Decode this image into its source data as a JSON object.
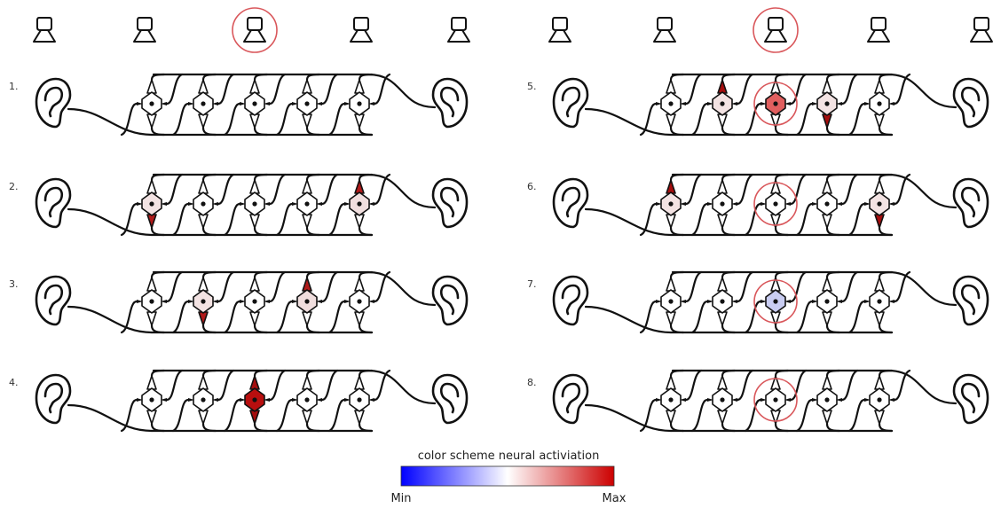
{
  "legend": {
    "title": "color scheme neural activiation",
    "min_label": "Min",
    "max_label": "Max",
    "gradient_colors": [
      "#0000ff",
      "#ffffff",
      "#cc0000"
    ]
  },
  "colors": {
    "wire": "#111111",
    "highlight_ring": "#d9575b",
    "neutral_fill": "#ffffff"
  },
  "speaker_rows": [
    {
      "speakers": 5,
      "highlighted_index": 2
    },
    {
      "speakers": 5,
      "highlighted_index": 2
    }
  ],
  "panels": [
    {
      "number": "1.",
      "highlight_index": null,
      "neurons": [
        {
          "body": "#ffffff",
          "top": "#ffffff",
          "bottom": "#ffffff"
        },
        {
          "body": "#ffffff",
          "top": "#ffffff",
          "bottom": "#ffffff"
        },
        {
          "body": "#ffffff",
          "top": "#ffffff",
          "bottom": "#ffffff"
        },
        {
          "body": "#ffffff",
          "top": "#ffffff",
          "bottom": "#ffffff"
        },
        {
          "body": "#ffffff",
          "top": "#ffffff",
          "bottom": "#ffffff"
        }
      ]
    },
    {
      "number": "2.",
      "highlight_index": null,
      "neurons": [
        {
          "body": "#f3e3e3",
          "top": "#ffffff",
          "bottom": "#b01a1a"
        },
        {
          "body": "#ffffff",
          "top": "#ffffff",
          "bottom": "#ffffff"
        },
        {
          "body": "#ffffff",
          "top": "#ffffff",
          "bottom": "#ffffff"
        },
        {
          "body": "#ffffff",
          "top": "#ffffff",
          "bottom": "#ffffff"
        },
        {
          "body": "#f0dede",
          "top": "#b01a1a",
          "bottom": "#ffffff"
        }
      ]
    },
    {
      "number": "3.",
      "highlight_index": null,
      "neurons": [
        {
          "body": "#ffffff",
          "top": "#ffffff",
          "bottom": "#ffffff"
        },
        {
          "body": "#f3e3e3",
          "top": "#ffffff",
          "bottom": "#b01a1a"
        },
        {
          "body": "#ffffff",
          "top": "#ffffff",
          "bottom": "#ffffff"
        },
        {
          "body": "#f0dede",
          "top": "#b01a1a",
          "bottom": "#ffffff"
        },
        {
          "body": "#ffffff",
          "top": "#ffffff",
          "bottom": "#ffffff"
        }
      ]
    },
    {
      "number": "4.",
      "highlight_index": null,
      "neurons": [
        {
          "body": "#ffffff",
          "top": "#ffffff",
          "bottom": "#ffffff"
        },
        {
          "body": "#ffffff",
          "top": "#ffffff",
          "bottom": "#ffffff"
        },
        {
          "body": "#b80f0f",
          "top": "#a50d0d",
          "bottom": "#a50d0d"
        },
        {
          "body": "#ffffff",
          "top": "#ffffff",
          "bottom": "#ffffff"
        },
        {
          "body": "#ffffff",
          "top": "#ffffff",
          "bottom": "#ffffff"
        }
      ]
    },
    {
      "number": "5.",
      "highlight_index": 2,
      "neurons": [
        {
          "body": "#ffffff",
          "top": "#ffffff",
          "bottom": "#ffffff"
        },
        {
          "body": "#f3e3e3",
          "top": "#a50d0d",
          "bottom": "#ffffff"
        },
        {
          "body": "#e15f5f",
          "top": "#ffffff",
          "bottom": "#ffffff"
        },
        {
          "body": "#f3e3e3",
          "top": "#ffffff",
          "bottom": "#a50d0d"
        },
        {
          "body": "#ffffff",
          "top": "#ffffff",
          "bottom": "#ffffff"
        }
      ]
    },
    {
      "number": "6.",
      "highlight_index": 2,
      "neurons": [
        {
          "body": "#f3e3e3",
          "top": "#a50d0d",
          "bottom": "#ffffff"
        },
        {
          "body": "#ffffff",
          "top": "#ffffff",
          "bottom": "#ffffff"
        },
        {
          "body": "#ffffff",
          "top": "#ffffff",
          "bottom": "#ffffff"
        },
        {
          "body": "#ffffff",
          "top": "#ffffff",
          "bottom": "#ffffff"
        },
        {
          "body": "#f3e3e3",
          "top": "#ffffff",
          "bottom": "#a50d0d"
        }
      ]
    },
    {
      "number": "7.",
      "highlight_index": 2,
      "neurons": [
        {
          "body": "#ffffff",
          "top": "#ffffff",
          "bottom": "#ffffff"
        },
        {
          "body": "#ffffff",
          "top": "#ffffff",
          "bottom": "#ffffff"
        },
        {
          "body": "#c9cdf2",
          "top": "#ffffff",
          "bottom": "#ffffff"
        },
        {
          "body": "#ffffff",
          "top": "#ffffff",
          "bottom": "#ffffff"
        },
        {
          "body": "#ffffff",
          "top": "#ffffff",
          "bottom": "#ffffff"
        }
      ]
    },
    {
      "number": "8.",
      "highlight_index": 2,
      "neurons": [
        {
          "body": "#ffffff",
          "top": "#ffffff",
          "bottom": "#ffffff"
        },
        {
          "body": "#ffffff",
          "top": "#ffffff",
          "bottom": "#ffffff"
        },
        {
          "body": "#ffffff",
          "top": "#ffffff",
          "bottom": "#ffffff"
        },
        {
          "body": "#ffffff",
          "top": "#ffffff",
          "bottom": "#ffffff"
        },
        {
          "body": "#ffffff",
          "top": "#ffffff",
          "bottom": "#ffffff"
        }
      ]
    }
  ]
}
